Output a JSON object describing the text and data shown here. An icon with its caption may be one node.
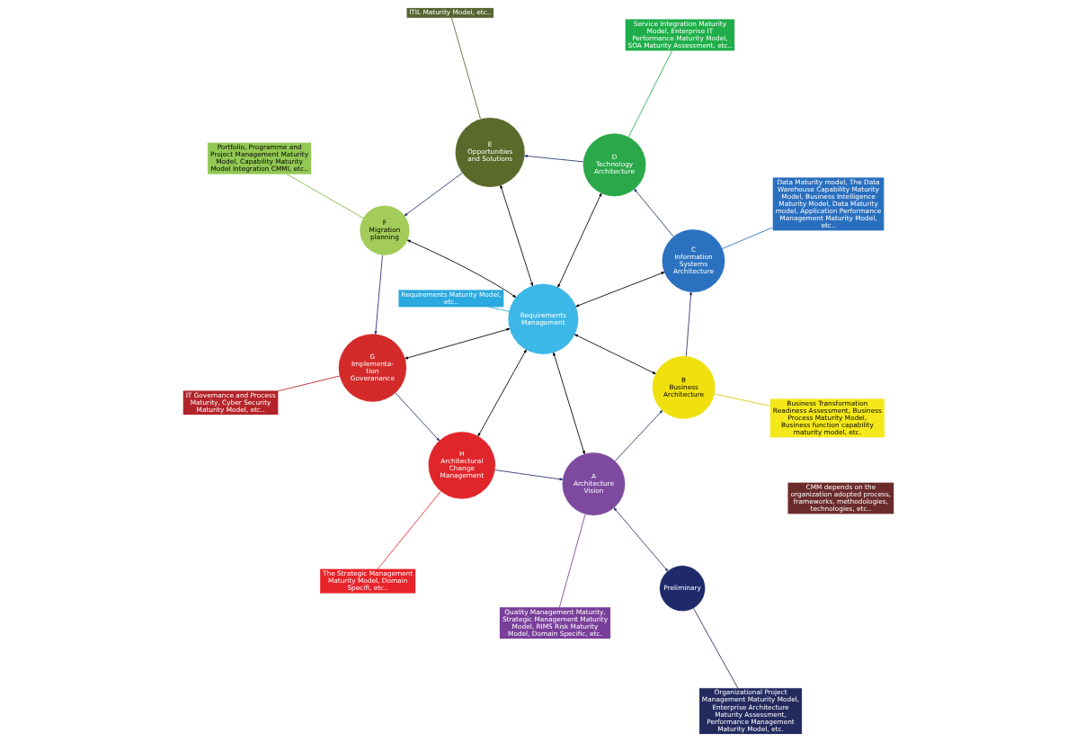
{
  "diagram": {
    "nodes": [
      {
        "text": [
          "CMM depends on the organization adopted process, frameworks, methodologies, technologies, etc.."
        ]
      },
      {
        "text": [
          "Preliminary"
        ]
      },
      {
        "text": [
          "Organizational Project Management Maturity Model, Enterprise Architecture Maturity Assessment, Performance Management Maturity Model, etc."
        ]
      },
      {
        "text": [
          "The Strategic Management Maturity Model, Domain Specifi, etc.."
        ]
      },
      {
        "text": [
          "Quality Management Maturity, Strategic Management Maturity Model, RIMS Risk Maturity Model, Domain Specific, etc."
        ]
      },
      {
        "text": [
          "A",
          "Architecture Vision"
        ]
      },
      {
        "text": [
          "Requirements Maturity Model, etc.."
        ]
      },
      {
        "text": [
          "H",
          "Architectural Change Management"
        ]
      },
      {
        "text": [
          "Business Transformation Readiness Assessment, Business Process Maturity Model, Business function capability maturity model, etc."
        ]
      },
      {
        "text": [
          "B",
          "Business Architecture"
        ]
      },
      {
        "text": [
          "IT Governance and Process Maturity, Cyber Security Maturity Model, etc.."
        ]
      },
      {
        "text": [
          "Requirements Management"
        ]
      },
      {
        "text": [
          "G",
          "Implementa- tion Goveranance"
        ]
      },
      {
        "text": [
          "C",
          "Information Systems Architecture"
        ]
      },
      {
        "text": [
          "Data Maturity model, The Data Warehouse Capability Maturity Model, Business Intelligence Maturity Model, Data Maturity model, Application Performance Management Maturity Model, etc.."
        ]
      },
      {
        "text": [
          "Portfolio, Programme and Project Management Maturity Model, Capability Maturity Model Integration CMMI, etc.."
        ]
      },
      {
        "text": [
          "F",
          "Migration planning"
        ]
      },
      {
        "text": [
          "D",
          "Technology Architecture"
        ]
      },
      {
        "text": [
          "Service Integration Maturity Model, Enterprise IT Performance Maturity Model, SOA Maturity Assessment, etc.."
        ]
      },
      {
        "text": [
          "E",
          "Opportunities and Solutions"
        ]
      },
      {
        "text": [
          "ITIL Maturity Model, etc.."
        ]
      }
    ],
    "edges": [
      {
        "from": 1,
        "to": 5,
        "arrow": "both",
        "color": "#26336e"
      },
      {
        "from": 5,
        "to": 9,
        "arrow": "to",
        "color": "#26336e"
      },
      {
        "from": 9,
        "to": 13,
        "arrow": "to",
        "color": "#26336e"
      },
      {
        "from": 13,
        "to": 17,
        "arrow": "to",
        "color": "#26336e"
      },
      {
        "from": 17,
        "to": 19,
        "arrow": "to",
        "color": "#26336e"
      },
      {
        "from": 19,
        "to": 16,
        "arrow": "to",
        "color": "#26336e"
      },
      {
        "from": 16,
        "to": 12,
        "arrow": "to",
        "color": "#26336e"
      },
      {
        "from": 12,
        "to": 7,
        "arrow": "to",
        "color": "#26336e"
      },
      {
        "from": 7,
        "to": 5,
        "arrow": "to",
        "color": "#26336e"
      },
      {
        "from": 11,
        "to": 5,
        "arrow": "both",
        "color": "#000000"
      },
      {
        "from": 11,
        "to": 9,
        "arrow": "both",
        "color": "#000000"
      },
      {
        "from": 11,
        "to": 13,
        "arrow": "both",
        "color": "#000000"
      },
      {
        "from": 11,
        "to": 17,
        "arrow": "both",
        "color": "#000000"
      },
      {
        "from": 11,
        "to": 19,
        "arrow": "both",
        "color": "#000000"
      },
      {
        "from": 11,
        "to": 16,
        "arrow": "both",
        "color": "#000000"
      },
      {
        "from": 11,
        "to": 12,
        "arrow": "both",
        "color": "#000000"
      },
      {
        "from": 11,
        "to": 7,
        "arrow": "both",
        "color": "#000000"
      },
      {
        "from": 2,
        "to": 1,
        "arrow": "none",
        "color": "#232a5e"
      },
      {
        "from": 3,
        "to": 7,
        "arrow": "none",
        "color": "#e8232a"
      },
      {
        "from": 4,
        "to": 5,
        "arrow": "none",
        "color": "#7a3f9a"
      },
      {
        "from": 6,
        "to": 11,
        "arrow": "none",
        "color": "#29a9e0"
      },
      {
        "from": 8,
        "to": 9,
        "arrow": "none",
        "color": "#d8c800"
      },
      {
        "from": 10,
        "to": 12,
        "arrow": "none",
        "color": "#b3242a"
      },
      {
        "from": 14,
        "to": 13,
        "arrow": "none",
        "color": "#2a6fbf"
      },
      {
        "from": 15,
        "to": 16,
        "arrow": "none",
        "color": "#7fb848"
      },
      {
        "from": 18,
        "to": 17,
        "arrow": "none",
        "color": "#1fae4a"
      },
      {
        "from": 20,
        "to": 19,
        "arrow": "none",
        "color": "#566530"
      }
    ]
  }
}
